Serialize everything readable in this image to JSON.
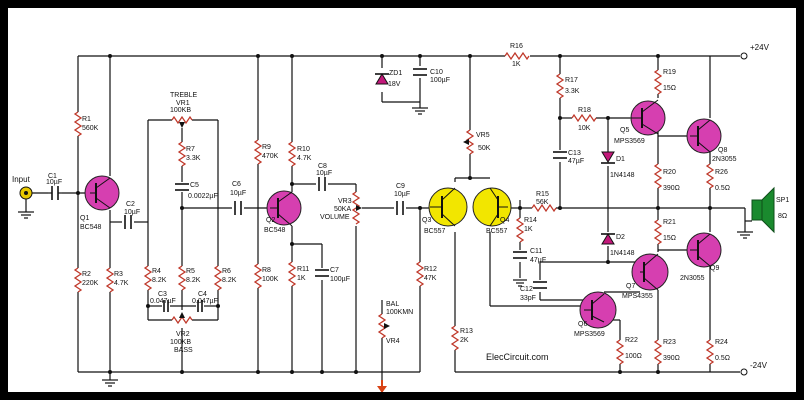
{
  "colors": {
    "npn_fill": "#d63fb0",
    "pnp_fill": "#f2e600",
    "resistor": "#c0392b",
    "diode_led": "#c2187a",
    "speaker": "#1a8a2e",
    "ground_arrow": "#d84315",
    "input_jack": "#e8c800"
  },
  "rails": {
    "positive": "+24V",
    "negative": "-24V"
  },
  "input": {
    "label": "Input"
  },
  "watermark": "ElecCircuit.com",
  "transistors": {
    "q1": {
      "ref": "Q1",
      "type": "BC548"
    },
    "q2": {
      "ref": "Q2",
      "type": "BC548"
    },
    "q3": {
      "ref": "Q3",
      "type": "BC557"
    },
    "q4": {
      "ref": "Q4",
      "type": "BC557"
    },
    "q5": {
      "ref": "Q5",
      "type": "MPS3569"
    },
    "q6": {
      "ref": "Q6",
      "type": "MPS3569"
    },
    "q7": {
      "ref": "Q7",
      "type": "MPS4355"
    },
    "q8": {
      "ref": "Q8",
      "type": "2N3055"
    },
    "q9": {
      "ref": "Q9",
      "type": "2N3055"
    }
  },
  "resistors": {
    "r1": {
      "ref": "R1",
      "value": "560K"
    },
    "r2": {
      "ref": "R2",
      "value": "220K"
    },
    "r3": {
      "ref": "R3",
      "value": "4.7K"
    },
    "r4": {
      "ref": "R4",
      "value": "8.2K"
    },
    "r5": {
      "ref": "R5",
      "value": "8.2K"
    },
    "r6": {
      "ref": "R6",
      "value": "8.2K"
    },
    "r7": {
      "ref": "R7",
      "value": "3.3K"
    },
    "r8": {
      "ref": "R8",
      "value": "100K"
    },
    "r9": {
      "ref": "R9",
      "value": "470K"
    },
    "r10": {
      "ref": "R10",
      "value": "4.7K"
    },
    "r11": {
      "ref": "R11",
      "value": "1K"
    },
    "r12": {
      "ref": "R12",
      "value": "47K"
    },
    "r13": {
      "ref": "R13",
      "value": "2K"
    },
    "r14": {
      "ref": "R14",
      "value": "1K"
    },
    "r15": {
      "ref": "R15",
      "value": "56K"
    },
    "r16": {
      "ref": "R16",
      "value": "1K"
    },
    "r17": {
      "ref": "R17",
      "value": "3.3K"
    },
    "r18": {
      "ref": "R18",
      "value": "10K"
    },
    "r19": {
      "ref": "R19",
      "value": "15Ω"
    },
    "r20": {
      "ref": "R20",
      "value": "390Ω"
    },
    "r21": {
      "ref": "R21",
      "value": "15Ω"
    },
    "r22": {
      "ref": "R22",
      "value": "100Ω"
    },
    "r23": {
      "ref": "R23",
      "value": "390Ω"
    },
    "r24": {
      "ref": "R24",
      "value": "0.5Ω"
    },
    "r26": {
      "ref": "R26",
      "value": "0.5Ω"
    }
  },
  "capacitors": {
    "c1": {
      "ref": "C1",
      "value": "10µF"
    },
    "c2": {
      "ref": "C2",
      "value": "10µF"
    },
    "c3": {
      "ref": "C3",
      "value": "0.047µF"
    },
    "c4": {
      "ref": "C4",
      "value": "0.047µF"
    },
    "c5": {
      "ref": "C5",
      "value": "0.0022µF"
    },
    "c6": {
      "ref": "C6",
      "value": "10µF"
    },
    "c7": {
      "ref": "C7",
      "value": "100µF"
    },
    "c8": {
      "ref": "C8",
      "value": "10µF"
    },
    "c9": {
      "ref": "C9",
      "value": "10µF"
    },
    "c10": {
      "ref": "C10",
      "value": "100µF"
    },
    "c11": {
      "ref": "C11",
      "value": "47µF"
    },
    "c12": {
      "ref": "C12",
      "value": "33pF"
    },
    "c13": {
      "ref": "C13",
      "value": "47µF"
    }
  },
  "pots": {
    "vr1": {
      "name": "TREBLE",
      "ref": "VR1",
      "value": "100KB"
    },
    "vr2": {
      "ref": "VR2",
      "value": "100KB",
      "name": "BASS"
    },
    "vr3": {
      "ref": "VR3",
      "value": "50KA",
      "name": "VOLUME"
    },
    "vr4": {
      "name": "BAL",
      "value": "100KMN",
      "ref": "VR4"
    },
    "vr5": {
      "ref": "VR5",
      "value": "50K"
    }
  },
  "diodes": {
    "zd1": {
      "ref": "ZD1",
      "value": "18V"
    },
    "d1": {
      "ref": "D1",
      "value": "1N4148"
    },
    "d2": {
      "ref": "D2",
      "value": "1N4148"
    }
  },
  "speaker": {
    "ref": "SP1",
    "value": "8Ω"
  }
}
